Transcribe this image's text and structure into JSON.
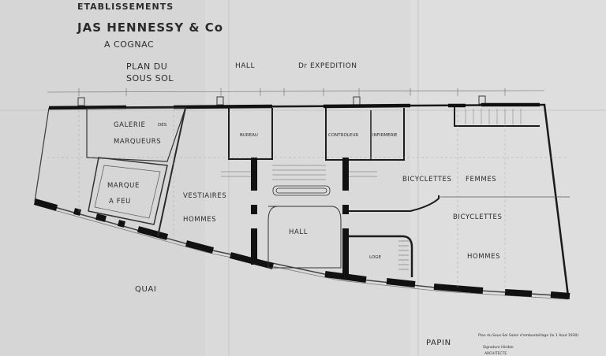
{
  "header": {
    "line1": "ETABLISSEMENTS",
    "line2": "JAS HENNESSY & Co",
    "line3": "A COGNAC"
  },
  "plan_title": {
    "line1": "PLAN DU",
    "line2": "SOUS SOL"
  },
  "top_labels": {
    "hall": "HALL",
    "expedition": "Dr EXPEDITION"
  },
  "rooms": {
    "galerie_line1": "GALERIE",
    "galerie_des": "DES",
    "galerie_line2": "MARQUEURS",
    "marque": "MARQUE",
    "a_feu": "A FEU",
    "bureau": "BUREAU",
    "controle": "CONTROLEUR",
    "infirmerie": "INFIRMERIE",
    "vestiaires": "VESTIAIRES",
    "hommes_left": "HOMMES",
    "hall_center": "HALL",
    "loge": "LOGE",
    "bicyclettes_femmes_1": "BICYCLETTES",
    "bicyclettes_femmes_2": "FEMMES",
    "bicyclettes_hommes_1": "BICYCLETTES",
    "bicyclettes_hommes_2": "HOMMES"
  },
  "street": {
    "quai": "QUAI",
    "papin": "PAPIN"
  },
  "annotations": {
    "note": "Plan du Sous-Sol Salon d'embouteillage (le 1 Aout 1930)",
    "architect_line1": "Signature illisible",
    "architect_line2": "ARCHITECTE"
  }
}
